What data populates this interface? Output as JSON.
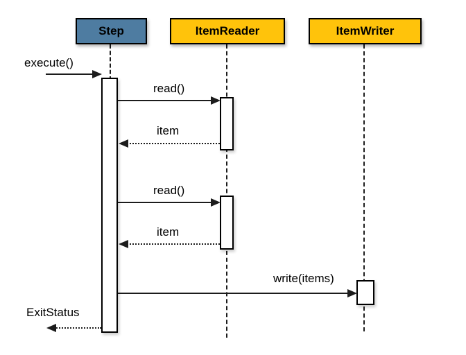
{
  "diagram": {
    "type": "uml-sequence",
    "participants": [
      {
        "label": "Step",
        "role": "controller"
      },
      {
        "label": "ItemReader",
        "role": "reader"
      },
      {
        "label": "ItemWriter",
        "role": "writer"
      }
    ],
    "messages": [
      {
        "label": "execute()",
        "from": "caller",
        "to": "Step",
        "style": "solid"
      },
      {
        "label": "read()",
        "from": "Step",
        "to": "ItemReader",
        "style": "solid"
      },
      {
        "label": "item",
        "from": "ItemReader",
        "to": "Step",
        "style": "dotted"
      },
      {
        "label": "read()",
        "from": "Step",
        "to": "ItemReader",
        "style": "solid"
      },
      {
        "label": "item",
        "from": "ItemReader",
        "to": "Step",
        "style": "dotted"
      },
      {
        "label": "write(items)",
        "from": "Step",
        "to": "ItemWriter",
        "style": "solid"
      },
      {
        "label": "ExitStatus",
        "from": "Step",
        "to": "caller",
        "style": "dotted"
      }
    ],
    "colors": {
      "step_fill": "#4E7CA1",
      "reader_fill": "#FFC30B",
      "writer_fill": "#FFC30B",
      "border": "#000000",
      "line": "#1c1c1c",
      "background": "#FFFFFF"
    }
  }
}
